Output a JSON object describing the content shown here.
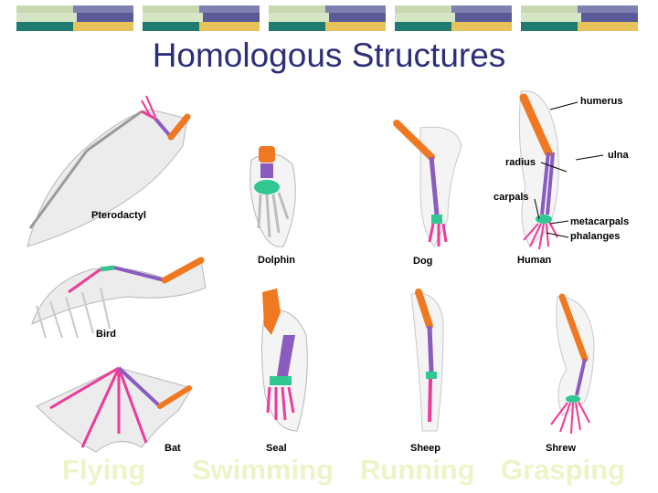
{
  "slide": {
    "title": "Homologous Structures"
  },
  "colors": {
    "humerus": "#f07820",
    "radius_ulna": "#8a5cc0",
    "carpals": "#30c890",
    "metacarpals_phalanges": "#ee3a9a",
    "category_text": "#eef3c8",
    "title": "#2e2e7a"
  },
  "animals": {
    "pterodactyl": "Pterodactyl",
    "bird": "Bird",
    "bat": "Bat",
    "dolphin": "Dolphin",
    "seal": "Seal",
    "dog": "Dog",
    "sheep": "Sheep",
    "human": "Human",
    "shrew": "Shrew"
  },
  "bone_labels": {
    "humerus": "humerus",
    "radius": "radius",
    "ulna": "ulna",
    "carpals": "carpals",
    "metacarpals": "metacarpals",
    "phalanges": "phalanges"
  },
  "categories": {
    "flying": "Flying",
    "swimming": "Swimming",
    "running": "Running",
    "grasping": "Grasping"
  }
}
